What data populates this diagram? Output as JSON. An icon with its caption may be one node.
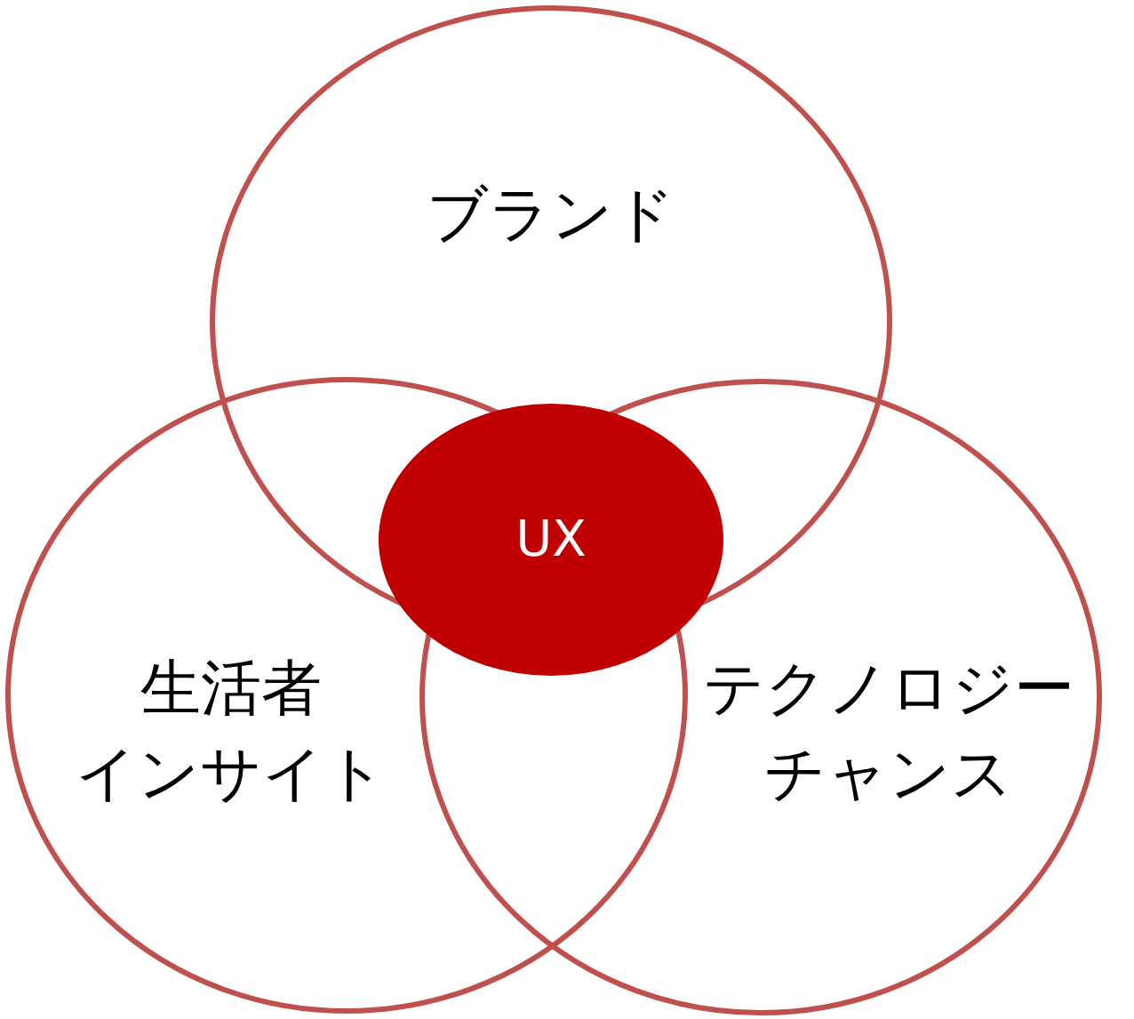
{
  "diagram": {
    "nodes": [
      {
        "text": [
          "ブランド"
        ]
      },
      {
        "text": [
          "UX"
        ]
      },
      {
        "text": [
          "生活者インサイト"
        ]
      },
      {
        "text": [
          "テクノロジーチャンス"
        ]
      }
    ]
  }
}
